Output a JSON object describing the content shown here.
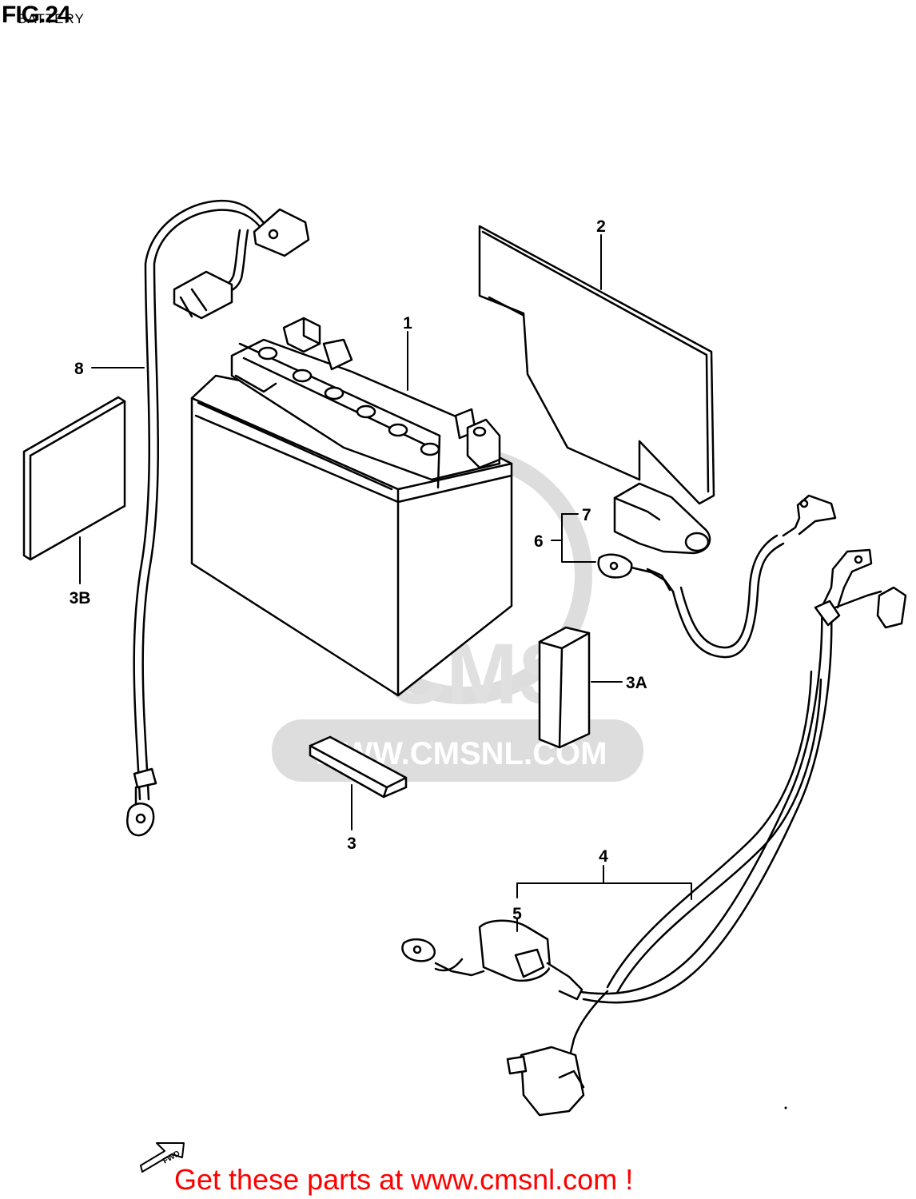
{
  "figure": {
    "title": "FIG.24",
    "subtitle": "BATTERY"
  },
  "parts": [
    {
      "id": "1"
    },
    {
      "id": "2"
    },
    {
      "id": "3"
    },
    {
      "id": "3A"
    },
    {
      "id": "3B"
    },
    {
      "id": "4"
    },
    {
      "id": "5"
    },
    {
      "id": "6"
    },
    {
      "id": "7"
    },
    {
      "id": "8"
    }
  ],
  "watermark": {
    "brand": "CMS",
    "url": "WWW.CMSNL.COM"
  },
  "direction_marker": {
    "label": "FWD",
    "icon": "fwd-arrow-icon"
  },
  "footer": {
    "text": "Get these parts at www.cmsnl.com !",
    "color": "#ff0000"
  }
}
